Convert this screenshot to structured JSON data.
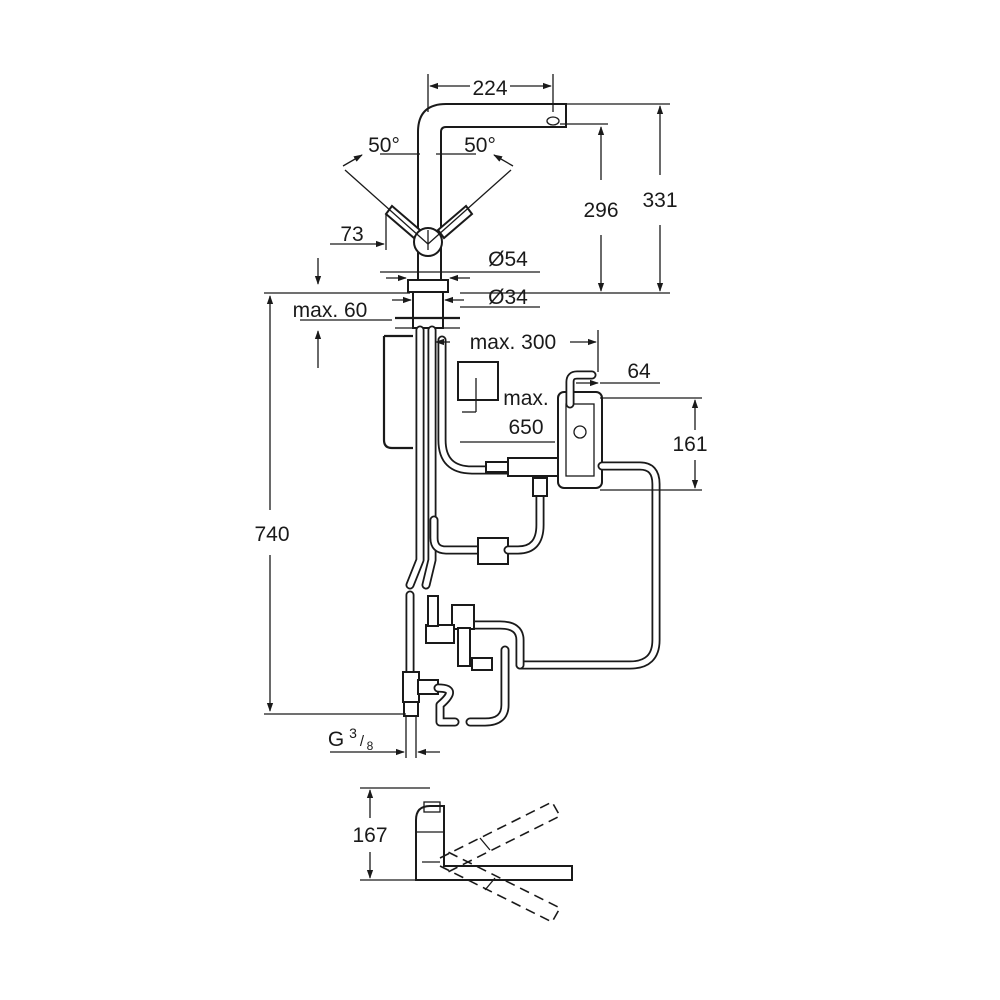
{
  "dimensions": {
    "spout_reach": "224",
    "lever_angle_left": "50°",
    "lever_angle_right": "50°",
    "lever_offset": "73",
    "spout_height": "296",
    "overall_height": "331",
    "base_diameter": "Ø54",
    "shank_diameter": "Ø34",
    "max_deck_thickness": "max. 60",
    "max_hose_distance": "max. 300",
    "box_offset": "64",
    "box_distance_line1": "max.",
    "box_distance_line2": "650",
    "box_height": "161",
    "total_length": "740",
    "thread_prefix": "G",
    "thread_num": "3",
    "thread_den": "8",
    "side_height": "167"
  }
}
